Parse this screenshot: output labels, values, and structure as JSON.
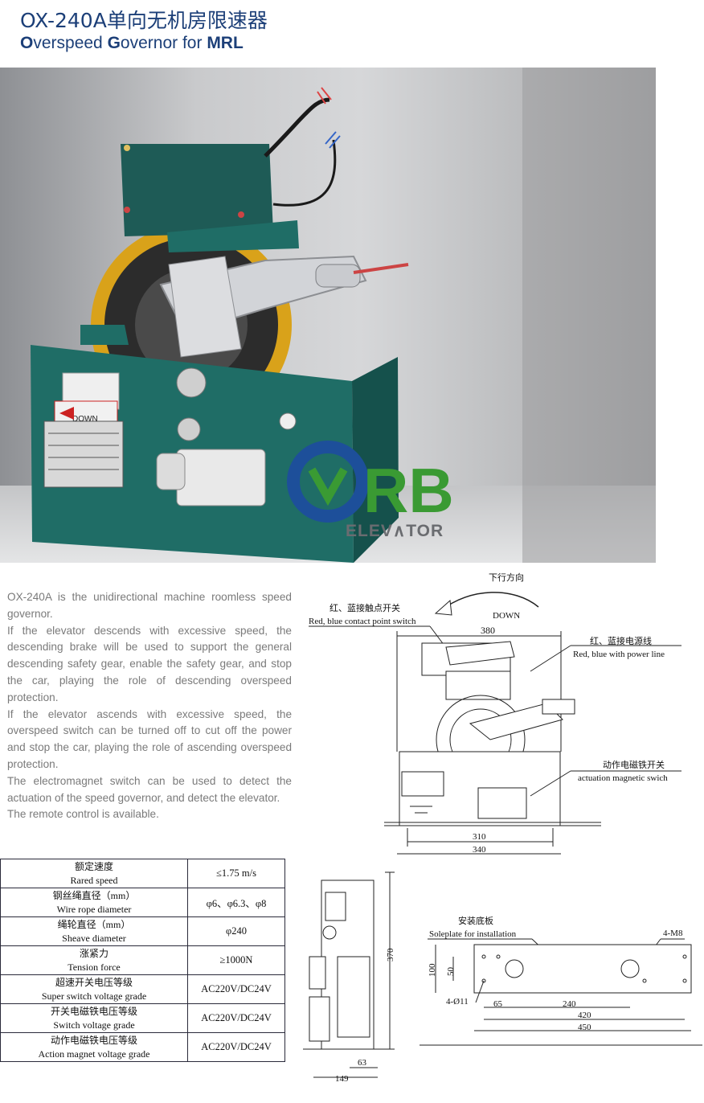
{
  "header": {
    "title_model": "OX-240A",
    "title_cn": "单向无机房限速器",
    "title_en": [
      "O",
      "verspeed ",
      "G",
      "overnor for ",
      "MRL"
    ]
  },
  "photo": {
    "label_sticker": "DOWN",
    "watermark_letters": "RB",
    "watermark_text": "ELEV∧TOR",
    "colors": {
      "panel": "#1f6d66",
      "wheel": "#d9a21a",
      "logo_blue": "#1d4f9a",
      "logo_green": "#3a9a33"
    }
  },
  "description": [
    "OX-240A is the unidirectional machine roomless speed governor.",
    "If the elevator descends with excessive speed, the descending brake will be used to support the general descending safety gear, enable the safety gear, and stop the car, playing the role of descending overspeed protection.",
    "If the elevator ascends with excessive speed, the overspeed switch can be turned off to cut off the power and stop the car, playing the role of ascending overspeed protection.",
    "The electromagnet switch can be used to detect the actuation of the speed governor, and detect the elevator.",
    "The remote control is available."
  ],
  "specs": [
    {
      "cn": "额定速度",
      "en": "Rared speed",
      "value": "≤1.75 m/s"
    },
    {
      "cn": "钢丝绳直径（mm）",
      "en": "Wire rope diameter",
      "value": "φ6、φ6.3、φ8"
    },
    {
      "cn": "绳轮直径（mm）",
      "en": "Sheave diameter",
      "value": "φ240"
    },
    {
      "cn": "涨紧力",
      "en": "Tension force",
      "value": "≥1000N"
    },
    {
      "cn": "超速开关电压等级",
      "en": "Super switch voltage grade",
      "value": "AC220V/DC24V"
    },
    {
      "cn": "开关电磁铁电压等级",
      "en": "Switch voltage grade",
      "value": "AC220V/DC24V"
    },
    {
      "cn": "动作电磁铁电压等级",
      "en": "Action magnet voltage grade",
      "value": "AC220V/DC24V"
    }
  ],
  "drawing_front": {
    "direction_cn": "下行方向",
    "direction_en": "DOWN",
    "contact_cn": "红、蓝接触点开关",
    "contact_en": "Red, blue contact point switch",
    "power_cn": "红、蓝接电源线",
    "power_en": "Red, blue with power line",
    "magnet_cn": "动作电磁铁开关",
    "magnet_en": "actuation magnetic swich",
    "dim_top": "380",
    "dim_310": "310",
    "dim_340": "340"
  },
  "drawing_side": {
    "dim_height": "370",
    "dim_63": "63",
    "dim_149": "149"
  },
  "drawing_plate": {
    "label_cn": "安装底板",
    "label_en": "Soleplate for installation",
    "bolt": "4-M8",
    "hole": "4-Ø11",
    "dim_100": "100",
    "dim_50": "50",
    "dim_65": "65",
    "dim_240": "240",
    "dim_420": "420",
    "dim_450": "450"
  }
}
